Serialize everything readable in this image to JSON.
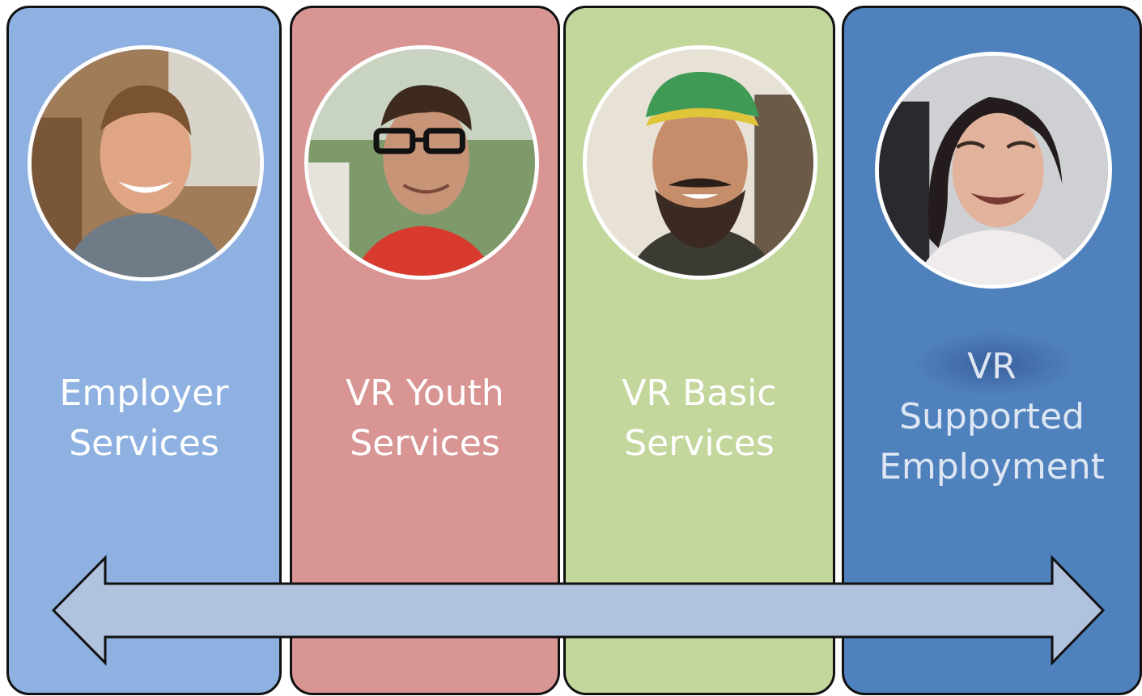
{
  "colors": {
    "employer": "#8eb1e1",
    "youth": "#d99494",
    "basic": "#c3d69b",
    "supported": "#4f81bd",
    "arrow": "#b0c2dd"
  },
  "columns": [
    {
      "label_lines": [
        "Employer",
        "Services"
      ],
      "portrait": "smiling-man-portrait"
    },
    {
      "label_lines": [
        "VR Youth",
        "Services"
      ],
      "portrait": "young-man-glasses-portrait"
    },
    {
      "label_lines": [
        "VR Basic",
        "Services"
      ],
      "portrait": "bearded-man-cap-portrait"
    },
    {
      "label_lines": [
        "VR",
        "Supported",
        "Employment"
      ],
      "portrait": "smiling-woman-portrait"
    }
  ],
  "arrow": {
    "icon": "double-headed-arrow"
  }
}
